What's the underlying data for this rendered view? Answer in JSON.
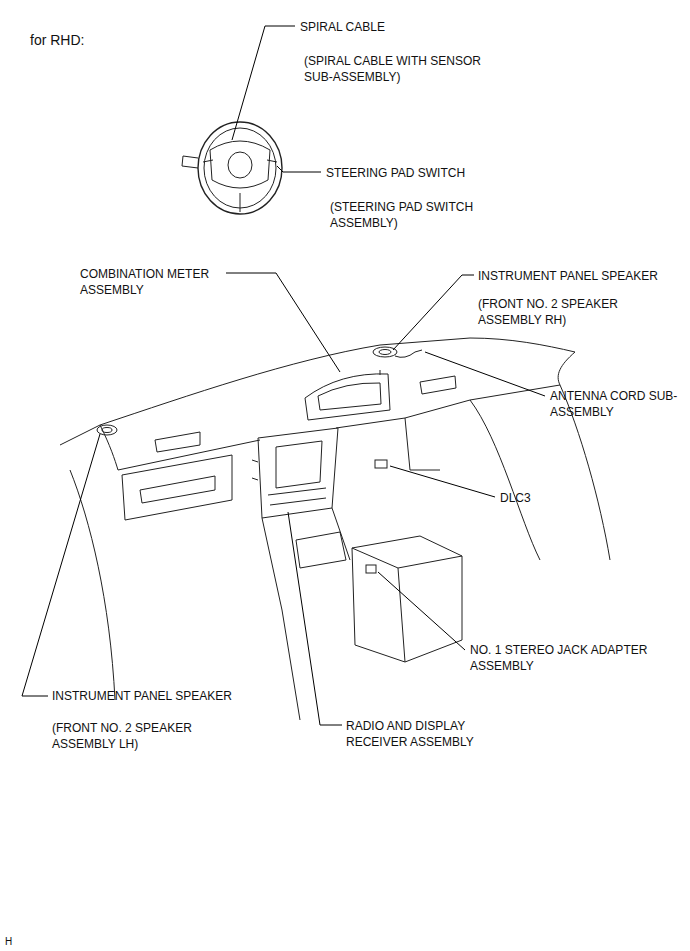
{
  "diagram": {
    "labels": [
      "for RHD:",
      "SPIRAL CABLE",
      "(SPIRAL CABLE WITH SENSOR SUB-ASSEMBLY)",
      "STEERING PAD SWITCH",
      "(STEERING PAD SWITCH ASSEMBLY)",
      "COMBINATION METER ASSEMBLY",
      "INSTRUMENT PANEL SPEAKER",
      "(FRONT NO. 2 SPEAKER ASSEMBLY RH)",
      "ANTENNA CORD SUB-ASSEMBLY",
      "DLC3",
      "NO. 1 STEREO JACK ADAPTER ASSEMBLY",
      "INSTRUMENT PANEL SPEAKER",
      "(FRONT NO. 2 SPEAKER ASSEMBLY LH)",
      "RADIO AND DISPLAY RECEIVER ASSEMBLY",
      "H"
    ]
  }
}
